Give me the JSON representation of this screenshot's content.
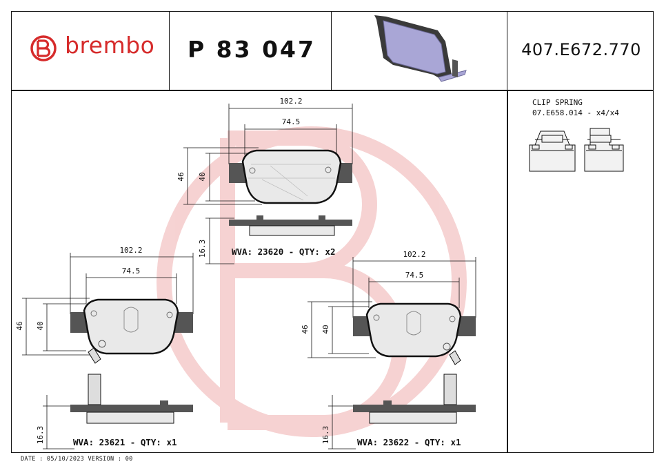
{
  "brand": {
    "name": "brembo",
    "color": "#d62b2b"
  },
  "header": {
    "part_number": "P 83 047",
    "reference": "407.E672.770"
  },
  "clip": {
    "title": "CLIP SPRING",
    "reference": "07.E658.014 - x4/x4"
  },
  "views": [
    {
      "id": "top",
      "width_outer": "102.2",
      "width_inner": "74.5",
      "height_outer": "46",
      "height_inner": "40",
      "thickness": "16.3",
      "caption": "WVA: 23620 - QTY: x2"
    },
    {
      "id": "left",
      "width_outer": "102.2",
      "width_inner": "74.5",
      "height_outer": "46",
      "height_inner": "40",
      "thickness": "16.3",
      "caption": "WVA: 23621 - QTY: x1"
    },
    {
      "id": "right",
      "width_outer": "102.2",
      "width_inner": "74.5",
      "height_outer": "46",
      "height_inner": "40",
      "thickness": "16.3",
      "caption": "WVA: 23622 - QTY: x1"
    }
  ],
  "footer": {
    "text": "DATE : 05/10/2023 VERSION : 00"
  },
  "colors": {
    "pad_fill": "#e9e9e9",
    "backplate": "#555555",
    "watermark": "#f3c4c4",
    "preview_pad": "#a9a6d6"
  }
}
